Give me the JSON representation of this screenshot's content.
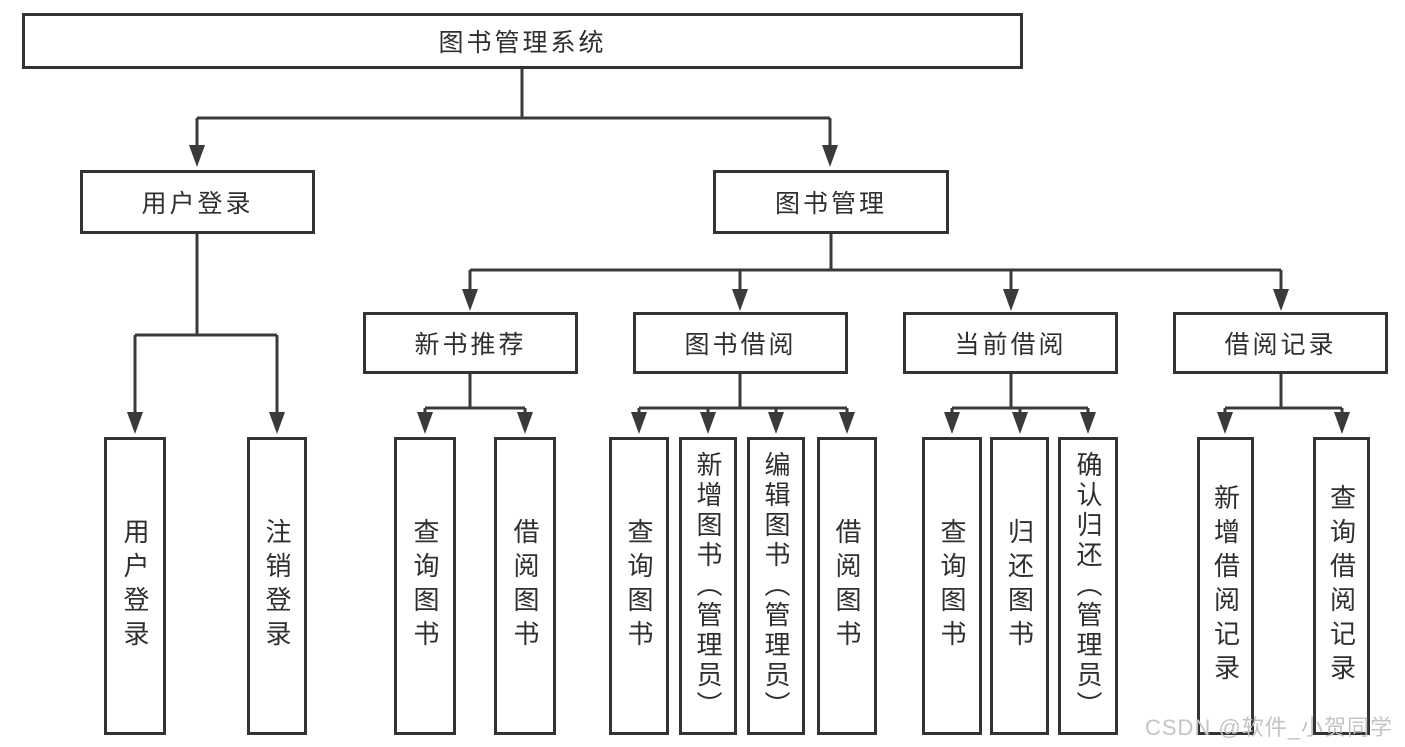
{
  "tree": {
    "label": "图书管理系统",
    "children": [
      {
        "label": "用户登录",
        "children": [
          {
            "label": "用户登录"
          },
          {
            "label": "注销登录"
          }
        ]
      },
      {
        "label": "图书管理",
        "children": [
          {
            "label": "新书推荐",
            "children": [
              {
                "label": "查询图书"
              },
              {
                "label": "借阅图书"
              }
            ]
          },
          {
            "label": "图书借阅",
            "children": [
              {
                "label": "查询图书"
              },
              {
                "label": "新增图书（管理员）"
              },
              {
                "label": "编辑图书（管理员）"
              },
              {
                "label": "借阅图书"
              }
            ]
          },
          {
            "label": "当前借阅",
            "children": [
              {
                "label": "查询图书"
              },
              {
                "label": "归还图书"
              },
              {
                "label": "确认归还（管理员）"
              }
            ]
          },
          {
            "label": "借阅记录",
            "children": [
              {
                "label": "新增借阅记录"
              },
              {
                "label": "查询借阅记录"
              }
            ]
          }
        ]
      }
    ]
  },
  "watermark": "CSDN @软件_小贺同学",
  "colors": {
    "line": "#3a3a3a",
    "box_border": "#333333",
    "text": "#2f2f2f",
    "watermark": "#c4c4c4",
    "background": "#ffffff"
  }
}
